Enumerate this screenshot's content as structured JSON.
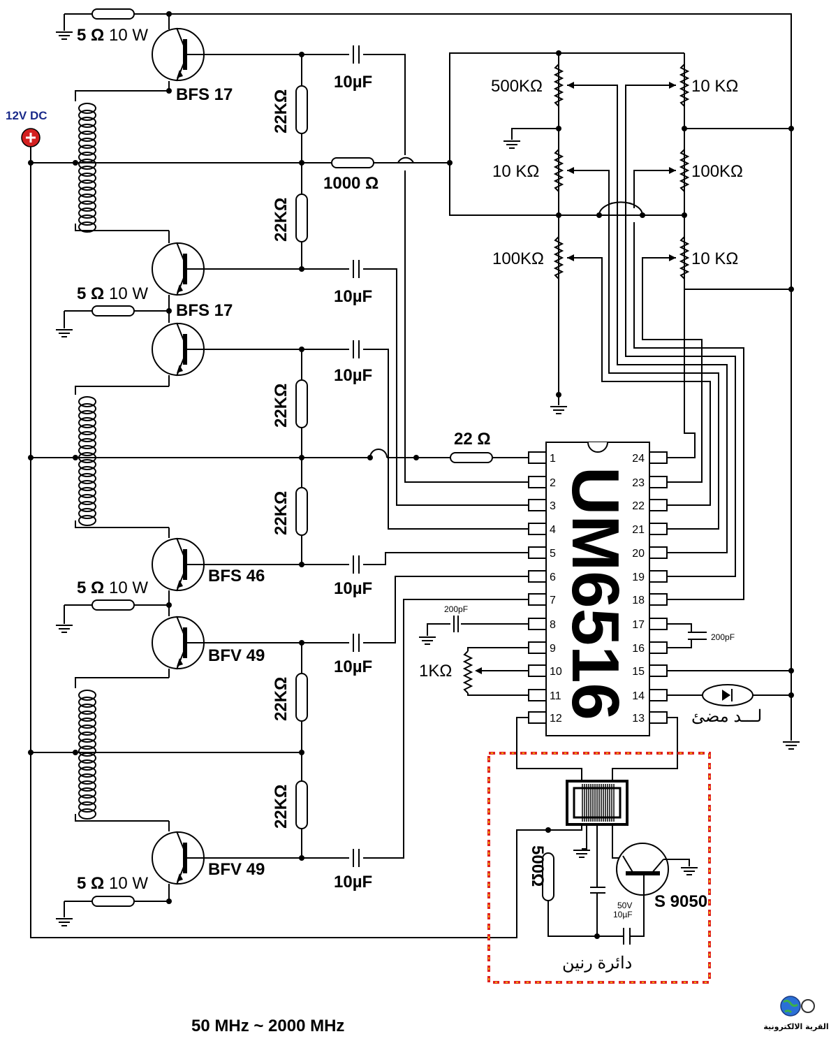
{
  "supply": {
    "label": "12V DC",
    "plus_symbol": "+",
    "color": "#d32020",
    "label_color": "#1a2a8a"
  },
  "transistors": [
    {
      "id": "q1",
      "label": "BFS 17"
    },
    {
      "id": "q2",
      "label": "BFS 17"
    },
    {
      "id": "q3",
      "label": "BFS 46"
    },
    {
      "id": "q4",
      "label": "BFV 49"
    },
    {
      "id": "q5",
      "label": "BFV 49"
    },
    {
      "id": "q6",
      "label": "S 9050"
    }
  ],
  "emitter_resistor": {
    "value": "5 Ω",
    "power": "10 W"
  },
  "bias_resistor": "22KΩ",
  "coupling_capacitor": "10µF",
  "feed_resistor": "1000 Ω",
  "input_resistor": "22 Ω",
  "pots_left": [
    "500KΩ",
    "10  KΩ",
    "100KΩ"
  ],
  "pots_right": [
    "10 KΩ",
    "100KΩ",
    "10 KΩ"
  ],
  "ic": {
    "name": "UM6516",
    "pins_left": [
      "1",
      "2",
      "3",
      "4",
      "5",
      "6",
      "7",
      "8",
      "9",
      "10",
      "11",
      "12"
    ],
    "pins_right": [
      "24",
      "23",
      "22",
      "21",
      "20",
      "19",
      "18",
      "17",
      "16",
      "15",
      "14",
      "13"
    ]
  },
  "cap_pin8": "200pF",
  "cap_pin16": "200pF",
  "pot_pin10": "1KΩ",
  "led_label": "لـــد مضئ",
  "resonance": {
    "border_color": "#e02020",
    "resistor": "500Ω",
    "cap_voltage": "50V",
    "cap_value": "10µF",
    "label": "دائرة رنين"
  },
  "frequency_range": "50 MHz ~ 2000 MHz",
  "logo_text": "القرية الالكترونية"
}
